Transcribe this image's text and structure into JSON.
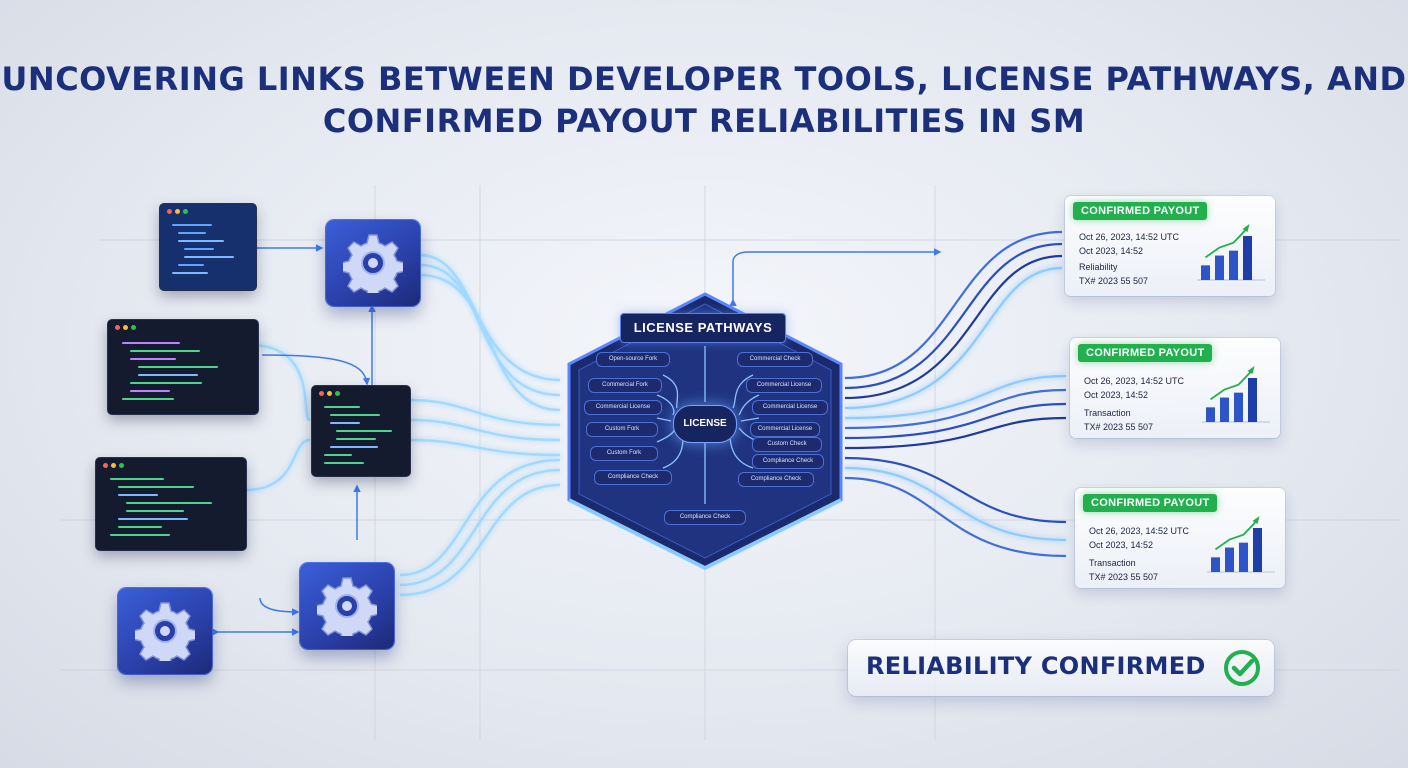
{
  "title": "UNCOVERING LINKS BETWEEN DEVELOPER TOOLS, LICENSE PATHWAYS, AND CONFIRMED PAYOUT RELIABILITIES IN SM",
  "hub": {
    "label": "LICENSE PATHWAYS",
    "center": "LICENSE",
    "left_labels": [
      "Open-source Fork",
      "Commercial Fork",
      "Commercial License",
      "Custom Fork",
      "Custom Fork",
      "Compliance Check"
    ],
    "right_labels": [
      "Commercial Check",
      "Commercial License",
      "Commercial License",
      "Commercial License",
      "Custom Check",
      "Compliance Check",
      "Compliance Check"
    ],
    "bottom_label": "Compliance Check"
  },
  "payouts": [
    {
      "badge": "CONFIRMED PAYOUT",
      "line1": "Oct 26, 2023, 14:52 UTC",
      "line2": "Oct 2023, 14:52",
      "line3": "Reliability",
      "line4": "TX# 2023 55 507",
      "bars": [
        3,
        5,
        6,
        9
      ]
    },
    {
      "badge": "CONFIRMED PAYOUT",
      "line1": "Oct 26, 2023, 14:52 UTC",
      "line2": "Oct 2023, 14:52",
      "line3": "Transaction",
      "line4": "TX# 2023 55 507",
      "bars": [
        3,
        5,
        6,
        9
      ]
    },
    {
      "badge": "CONFIRMED PAYOUT",
      "line1": "Oct 26, 2023, 14:52 UTC",
      "line2": "Oct 2023, 14:52",
      "line3": "Transaction",
      "line4": "TX# 2023 55 507",
      "bars": [
        3,
        5,
        6,
        9
      ]
    }
  ],
  "reliability": {
    "label": "RELIABILITY CONFIRMED",
    "icon": "check-circle-icon"
  },
  "colors": {
    "title": "#1b2f7a",
    "accent": "#3b5fd9",
    "glow": "#7ec8ff",
    "badge": "#22b04f",
    "hex": "#1a2a6c"
  }
}
